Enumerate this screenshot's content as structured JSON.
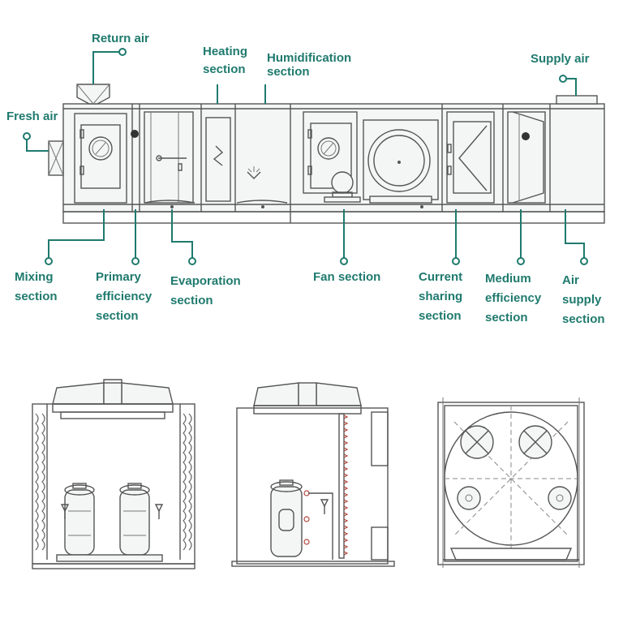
{
  "labels": {
    "return_air": "Return air",
    "fresh_air": "Fresh air",
    "heating_section": [
      "Heating",
      "section"
    ],
    "humidification_section": [
      "Humidification",
      "section"
    ],
    "supply_air": "Supply air",
    "mixing_section": [
      "Mixing",
      "section"
    ],
    "primary_efficiency_section": [
      "Primary",
      "efficiency",
      "section"
    ],
    "evaporation_section": [
      "Evaporation",
      "section"
    ],
    "fan_section": "Fan section",
    "current_sharing_section": [
      "Current",
      "sharing",
      "section"
    ],
    "medium_efficiency_section": [
      "Medium",
      "efficiency",
      "section"
    ],
    "air_supply_section": [
      "Air",
      "supply",
      "section"
    ]
  },
  "colors": {
    "label": "#1f7a6e",
    "line_art": "#555555",
    "background": "#ffffff"
  }
}
